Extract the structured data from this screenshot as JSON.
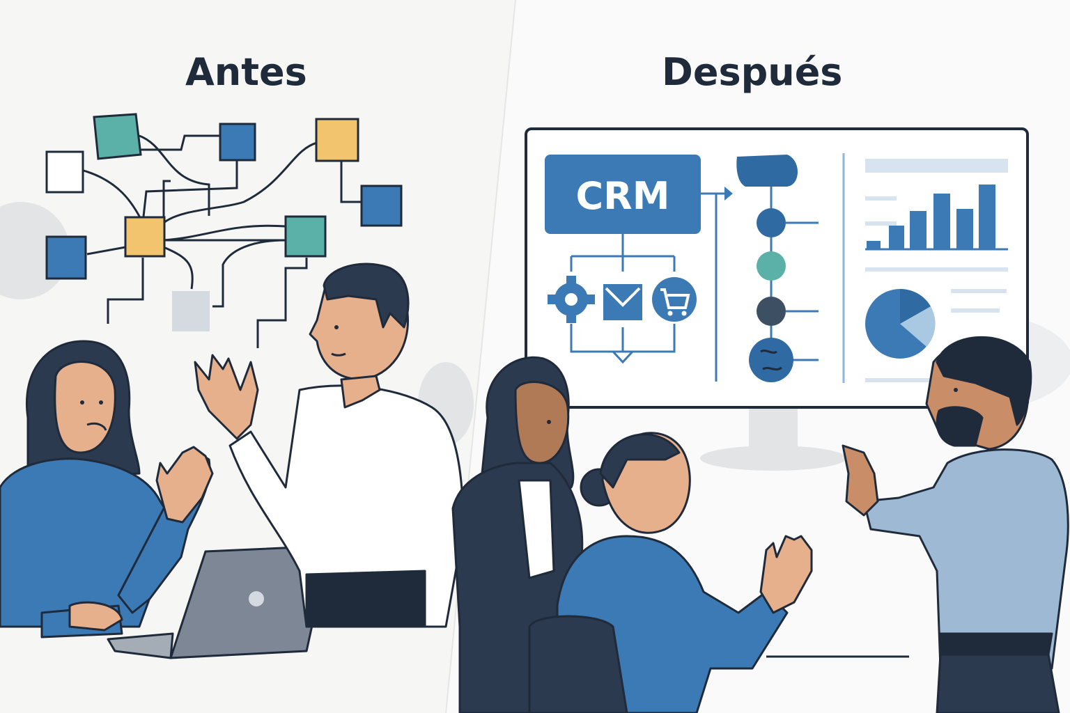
{
  "panels": {
    "before": {
      "title": "Antes"
    },
    "after": {
      "title": "Después",
      "monitor": {
        "crm_label": "CRM"
      }
    }
  },
  "colors": {
    "dark": "#1f2a3a",
    "blue": "#3b7ab5",
    "blue_light": "#8fb7d9",
    "teal": "#5bb0a8",
    "yellow": "#f2c46d",
    "gray": "#d5dae0",
    "background": "#f6f6f4"
  },
  "icons": [
    "gear-icon",
    "mail-icon",
    "cart-icon",
    "bar-chart",
    "pie-chart",
    "laptop-icon"
  ]
}
